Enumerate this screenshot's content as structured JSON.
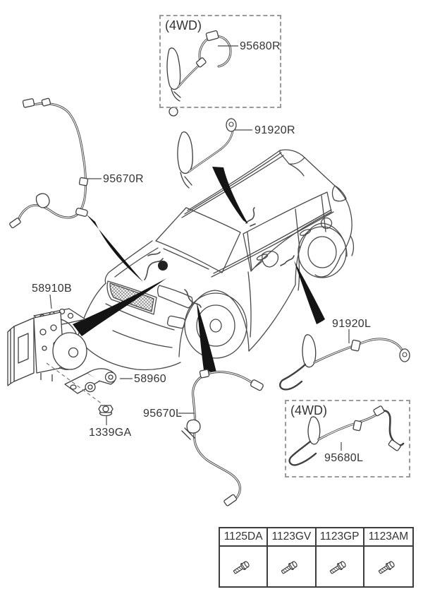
{
  "diagram": {
    "variant_boxes": {
      "top": {
        "tag": "(4WD)",
        "part": "95680R"
      },
      "bottom": {
        "tag": "(4WD)",
        "part": "95680L"
      }
    },
    "part_labels": {
      "front_right_sensor": "95670R",
      "rear_right_sensor": "91920R",
      "hydraulic_unit": "58910B",
      "bracket": "58960",
      "nut": "1339GA",
      "front_left_sensor": "95670L",
      "rear_left_sensor": "91920L"
    },
    "fastener_table": {
      "columns": [
        "1125DA",
        "1123GV",
        "1123GP",
        "1123AM"
      ],
      "icon": "bolt-icon"
    },
    "colors": {
      "line": "#3f3f3f",
      "text": "#333333",
      "arrow": "#141414",
      "dashed_box": "#9b9b9b",
      "background": "#ffffff"
    }
  }
}
